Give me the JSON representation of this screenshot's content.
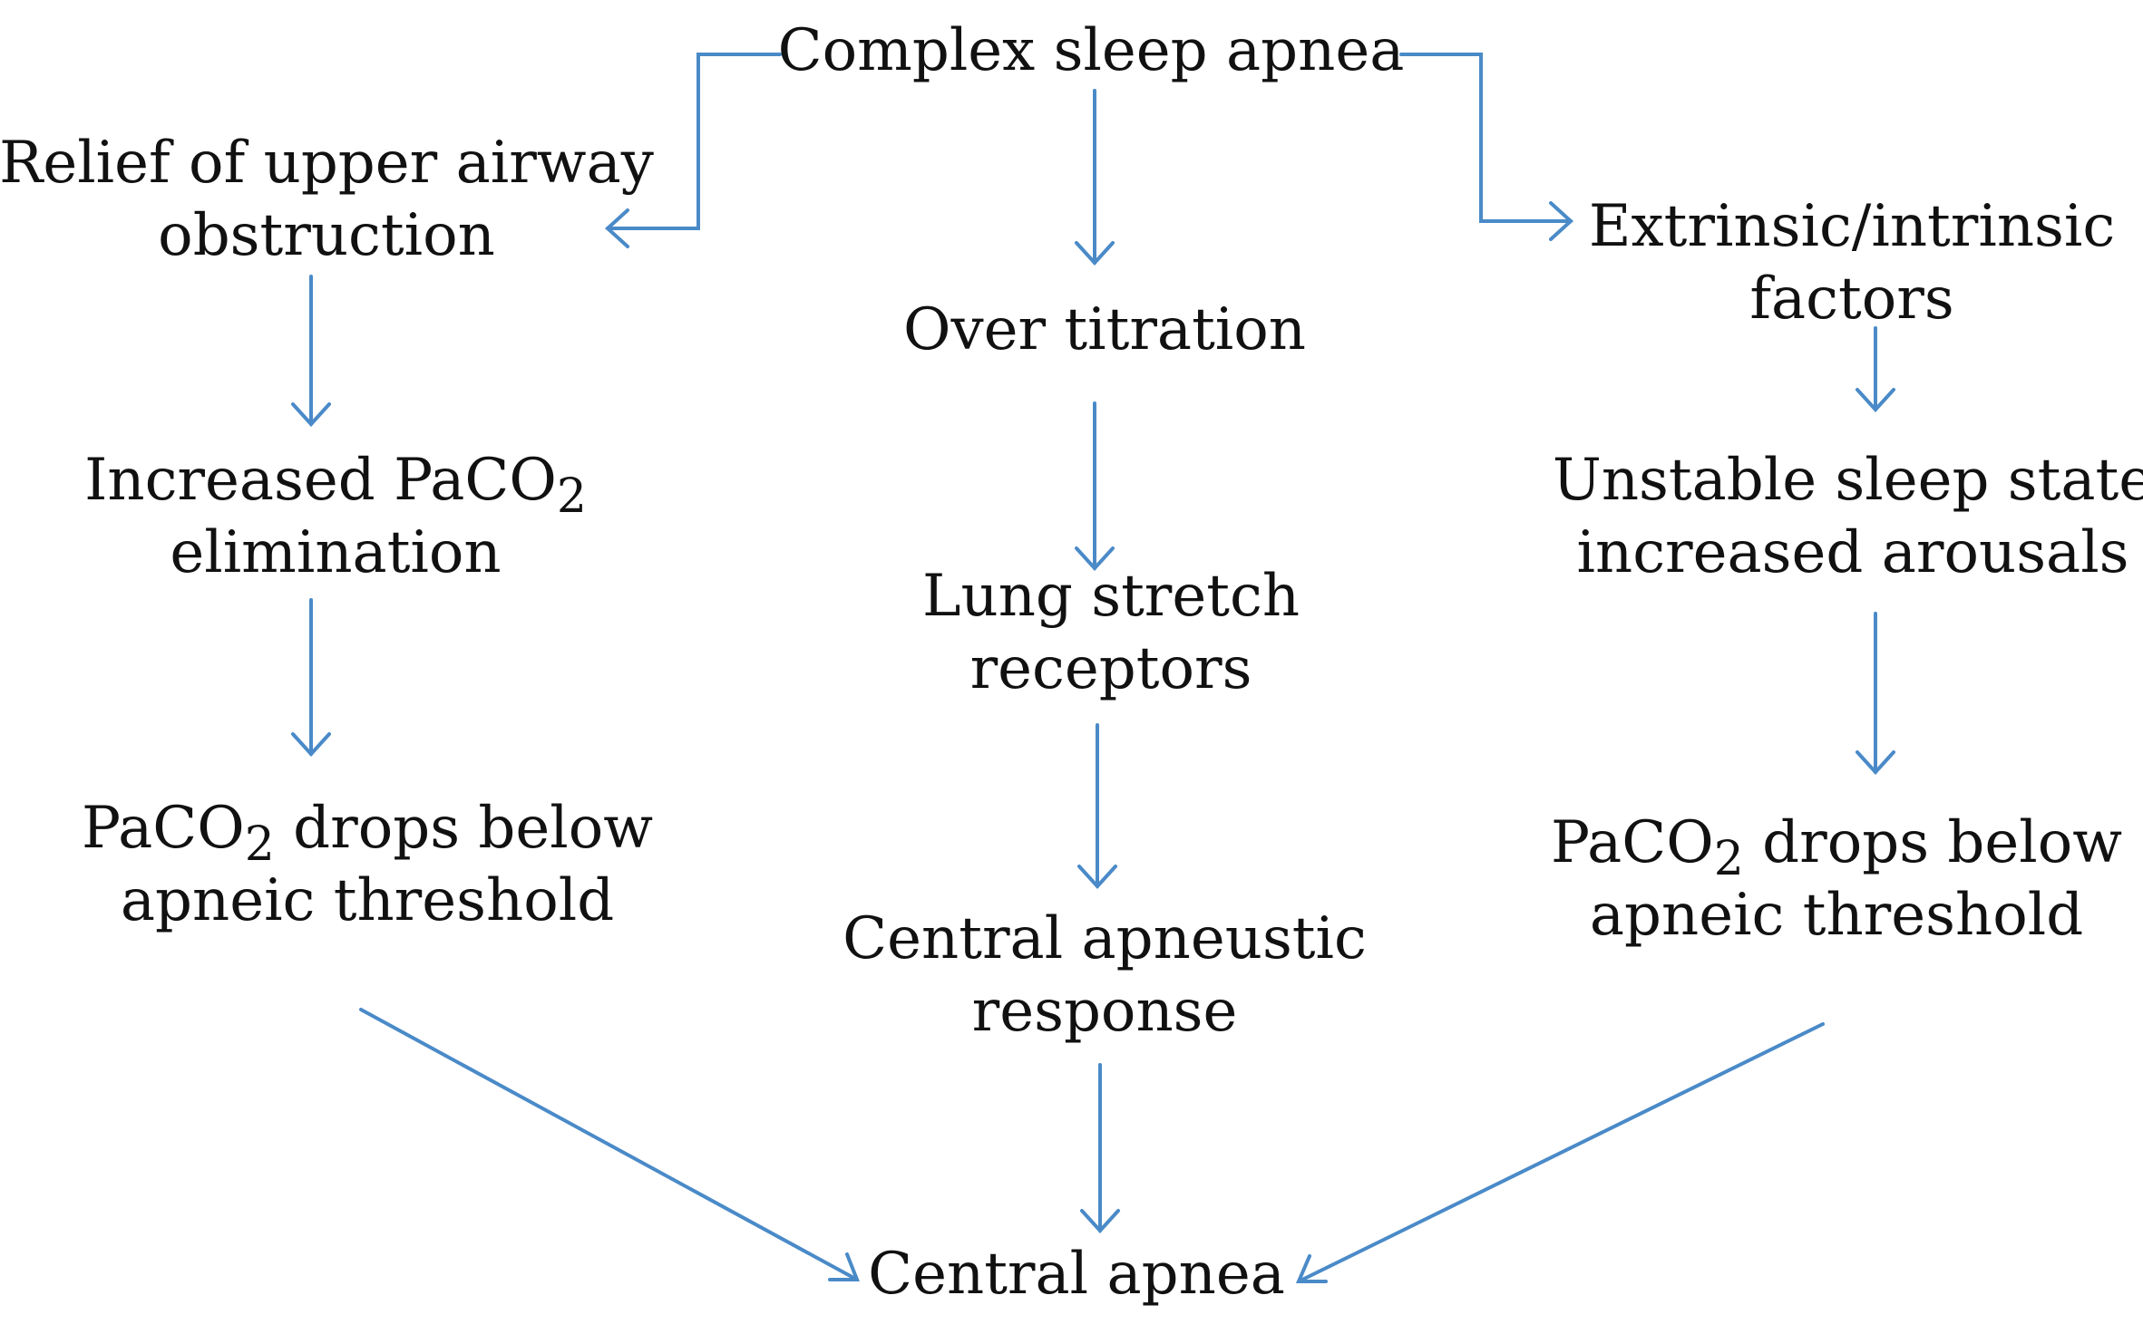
{
  "nodes": {
    "complex": "Complex sleep apnea",
    "relief": [
      "Relief of upper airway",
      "obstruction"
    ],
    "increased_elim": {
      "pre": "Increased PaCO",
      "sub": "2",
      "line2": "elimination"
    },
    "drops_left": {
      "pre": "PaCO",
      "sub": "2",
      "post": " drops below",
      "line2": "apneic threshold"
    },
    "over_titration": "Over titration",
    "lung_stretch": [
      "Lung stretch",
      "receptors"
    ],
    "central_apneustic": [
      "Central apneustic",
      "response"
    ],
    "extrinsic": [
      "Extrinsic/intrinsic",
      "factors"
    ],
    "unstable": [
      "Unstable sleep state",
      "increased arousals"
    ],
    "drops_right": {
      "pre": "PaCO",
      "sub": "2",
      "post": " drops below",
      "line2": "apneic threshold"
    },
    "central_apnea": "Central apnea"
  },
  "colors": {
    "arrow": "#4a8ac8",
    "text": "#111111"
  }
}
